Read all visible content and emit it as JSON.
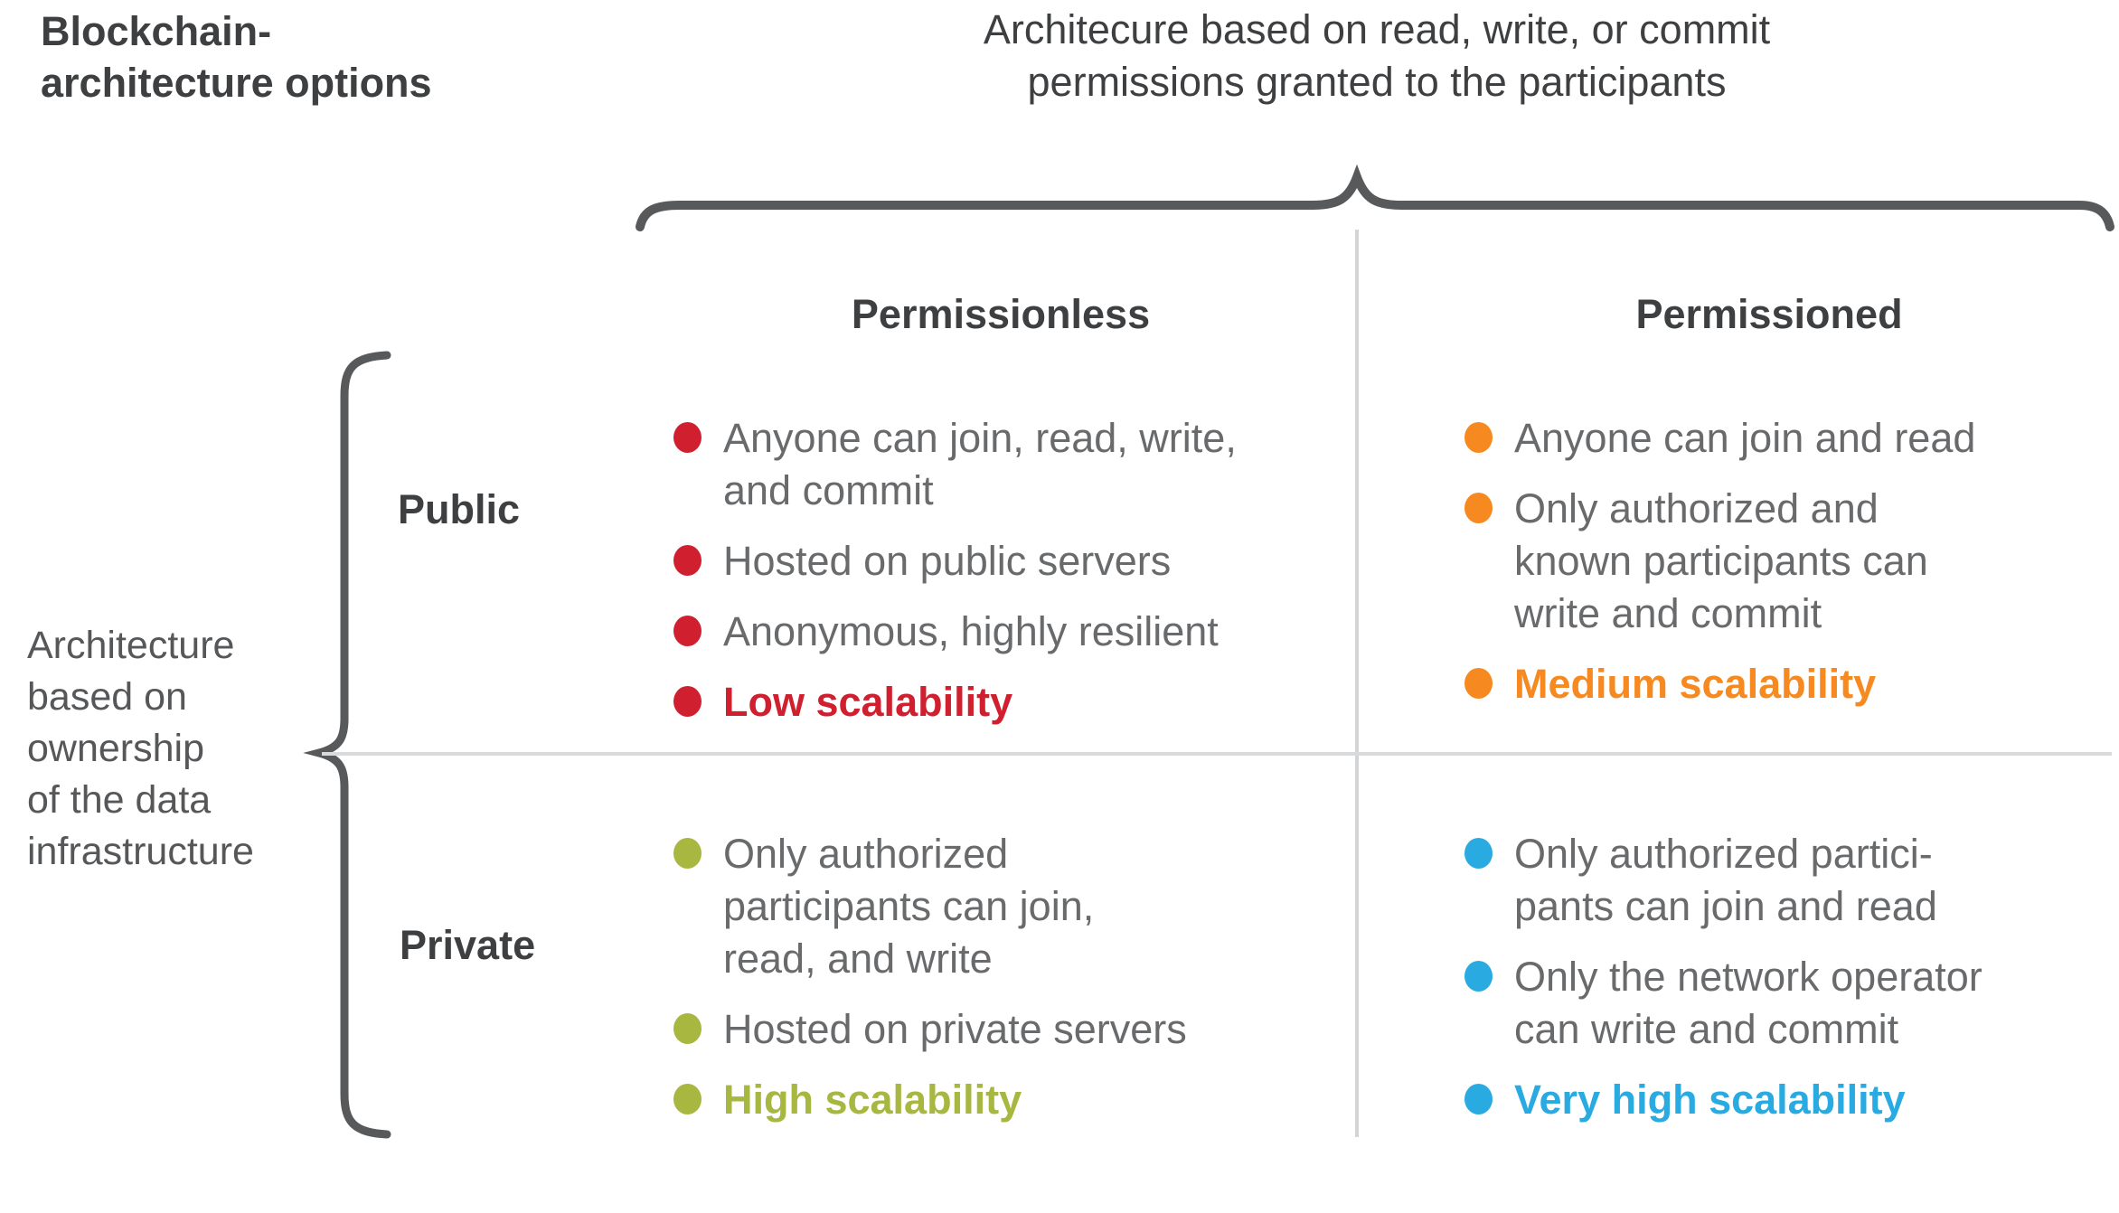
{
  "colors": {
    "background": "#ffffff",
    "heading_text": "#3e3f41",
    "body_text": "#696a6c",
    "left_label_text": "#565759",
    "brace": "#58595b",
    "divider": "#d3d4d6",
    "red": "#d02030",
    "orange": "#f6891f",
    "green": "#a7b73f",
    "blue": "#29abe2"
  },
  "corner_title": "Blockchain-\narchitecture options",
  "top_axis": {
    "title": "Architecure based on read, write, or commit\npermissions granted to the participants",
    "columns": [
      {
        "label": "Permissionless"
      },
      {
        "label": "Permissioned"
      }
    ]
  },
  "left_axis": {
    "title": "Architecture\nbased on\nownership\nof the data\ninfrastructure",
    "rows": [
      {
        "label": "Public"
      },
      {
        "label": "Private"
      }
    ]
  },
  "quadrants": [
    {
      "row": "Public",
      "column": "Permissionless",
      "bullet_color": "#d02030",
      "items": [
        {
          "text": "Anyone can join, read, write,\nand commit",
          "emphasis": false
        },
        {
          "text": "Hosted on public servers",
          "emphasis": false
        },
        {
          "text": "Anonymous, highly resilient",
          "emphasis": false
        },
        {
          "text": "Low scalability",
          "emphasis": true
        }
      ]
    },
    {
      "row": "Public",
      "column": "Permissioned",
      "bullet_color": "#f6891f",
      "items": [
        {
          "text": "Anyone can join and read",
          "emphasis": false
        },
        {
          "text": "Only authorized and\nknown participants can\nwrite and commit",
          "emphasis": false
        },
        {
          "text": "Medium scalability",
          "emphasis": true
        }
      ]
    },
    {
      "row": "Private",
      "column": "Permissionless",
      "bullet_color": "#a7b73f",
      "items": [
        {
          "text": "Only authorized\nparticipants can join,\nread, and write",
          "emphasis": false
        },
        {
          "text": "Hosted on private servers",
          "emphasis": false
        },
        {
          "text": "High scalability",
          "emphasis": true
        }
      ]
    },
    {
      "row": "Private",
      "column": "Permissioned",
      "bullet_color": "#29abe2",
      "items": [
        {
          "text": "Only authorized partici-\npants can join and read",
          "emphasis": false
        },
        {
          "text": "Only the network operator\ncan write and commit",
          "emphasis": false
        },
        {
          "text": "Very high scalability",
          "emphasis": true
        }
      ]
    }
  ]
}
